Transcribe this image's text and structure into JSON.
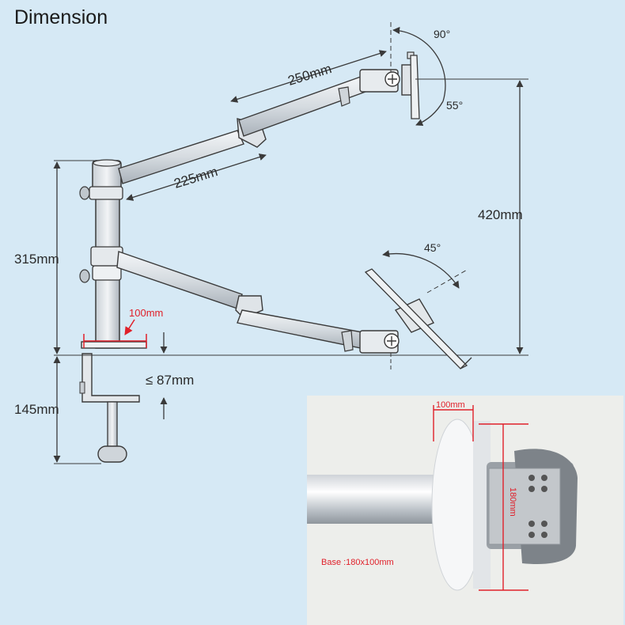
{
  "title": "Dimension",
  "labels": {
    "arm_upper": "250mm",
    "arm_lower": "225mm",
    "height_total": "420mm",
    "pole_height": "315mm",
    "clamp_height": "145mm",
    "clamp_opening": "≤ 87mm",
    "base_depth": "100mm",
    "tilt_up": "90°",
    "tilt_down": "55°",
    "swivel": "45°"
  },
  "photo": {
    "width_label": "100mm",
    "height_label": "180mm",
    "base_label": "Base :180x100mm"
  },
  "colors": {
    "background": "#d6e9f5",
    "line": "#3a3a3a",
    "accent": "#e0202a"
  }
}
